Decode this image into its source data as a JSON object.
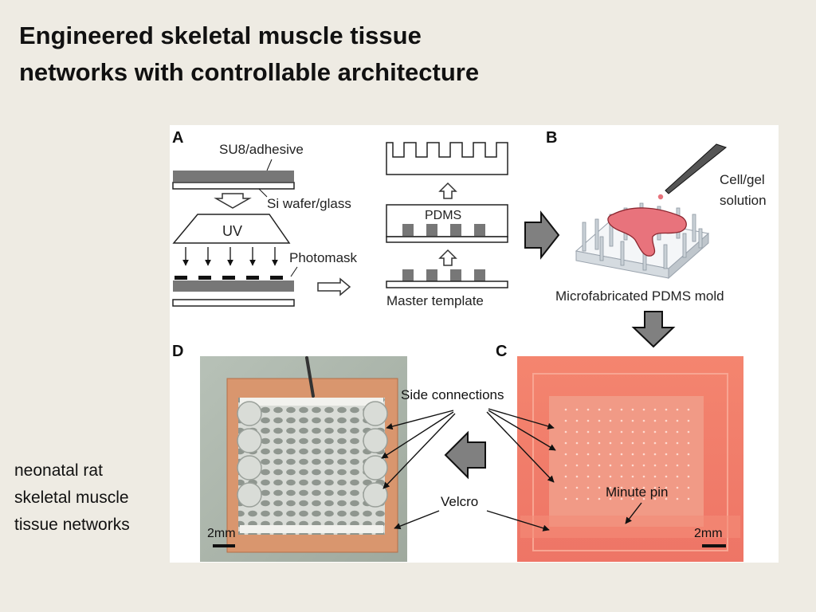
{
  "slide": {
    "title_line1": "Engineered skeletal muscle tissue",
    "title_line2": "networks with controllable architecture",
    "caption_line1": "neonatal rat",
    "caption_line2": "skeletal muscle",
    "caption_line3": "tissue networks"
  },
  "figure": {
    "panel_a": {
      "letter": "A",
      "su8_label": "SU8/adhesive",
      "wafer_label": "Si wafer/glass",
      "uv_label": "UV",
      "photomask_label": "Photomask",
      "pdms_label": "PDMS",
      "master_label": "Master template"
    },
    "panel_b": {
      "letter": "B",
      "solution_line1": "Cell/gel",
      "solution_line2": "solution",
      "mold_label": "Microfabricated PDMS mold"
    },
    "panel_c": {
      "letter": "C",
      "pin_label": "Minute pin",
      "scale_label": "2mm"
    },
    "panel_d": {
      "letter": "D",
      "scale_label": "2mm"
    },
    "annotations": {
      "side_connections": "Side connections",
      "velcro": "Velcro"
    },
    "colors": {
      "slide_background": "#eeebe3",
      "tissue_pink": "#e8737c",
      "velcro_orange": "#d9966e",
      "gel_background": "#f07a6a"
    }
  }
}
